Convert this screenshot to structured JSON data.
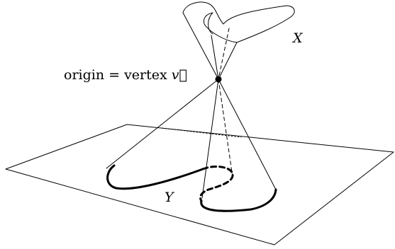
{
  "labels": {
    "origin_text": "origin = vertex ",
    "vertex_symbol": "v⃗",
    "cone_label": "X",
    "curve_label": "Y"
  },
  "colors": {
    "stroke": "#000000",
    "background": "#ffffff"
  }
}
